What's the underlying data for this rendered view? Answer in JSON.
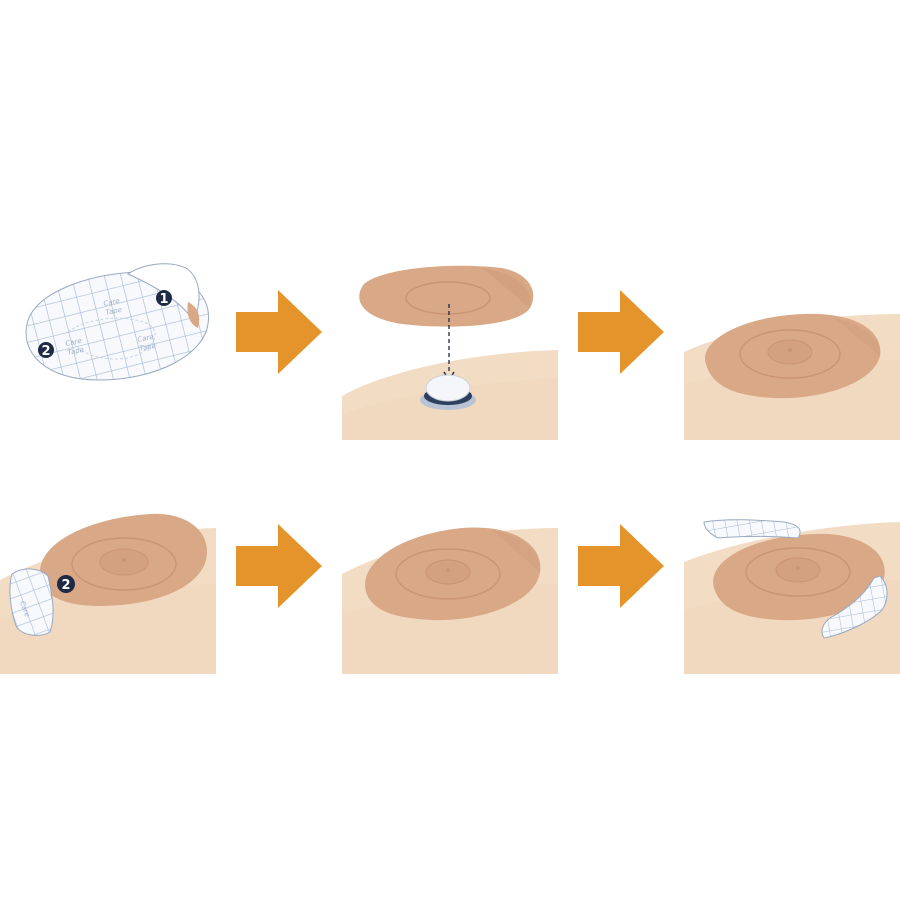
{
  "steps": [
    {
      "id": 1,
      "description_hidden": ""
    },
    {
      "id": 2
    },
    {
      "id": 3
    },
    {
      "id": 4
    },
    {
      "id": 5
    },
    {
      "id": 6
    }
  ],
  "badges": {
    "one": "1",
    "two": "2",
    "two_b": "2"
  },
  "brand": {
    "line1": "Care",
    "line2": "Tape"
  },
  "colors": {
    "arrow": "#e5942b",
    "skin": "#f2dcc4",
    "skin_shadow": "#ead0b4",
    "patch": "#d9a886",
    "patch_dark": "#c99474",
    "grid_blue": "#a9bbd6",
    "badge": "#1f2a44",
    "sensor_ring": "#2f3f5e"
  },
  "icons": [
    "right-arrow-icon",
    "dashed-down-arrow-icon"
  ]
}
